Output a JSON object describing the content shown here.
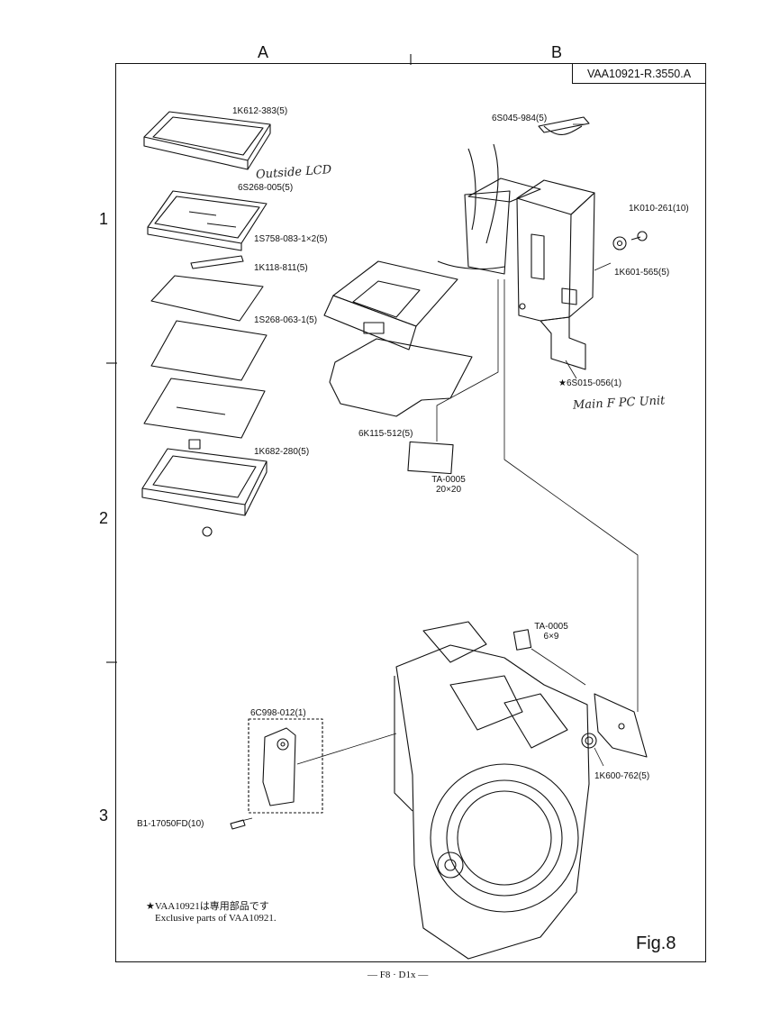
{
  "columns": [
    "A",
    "B"
  ],
  "rows": [
    "1",
    "2",
    "3"
  ],
  "document_code": "VAA10921-R.3550.A",
  "parts": {
    "p1": "1K612-383(5)",
    "p2": "6S268-005(5)",
    "p3": "1S758-083-1×2(5)",
    "p4": "1K118-811(5)",
    "p5": "1S268-063-1(5)",
    "p6": "1K682-280(5)",
    "p7": "6S045-984(5)",
    "p8": "1K010-261(10)",
    "p9": "1K601-565(5)",
    "p10": "★6S015-056(1)",
    "p11": "6K115-512(5)",
    "p12_code": "TA-0005",
    "p12_size": "20×20",
    "p13_code": "TA-0005",
    "p13_size": "6×9",
    "p14": "6C998-012(1)",
    "p15": "1K600-762(5)",
    "p16": "B1-17050FD(10)"
  },
  "handwritten": {
    "h1": "Outside LCD",
    "h2": "Main F PC Unit"
  },
  "note": {
    "line1": "★VAA10921は専用部品です",
    "line2": "Exclusive parts of VAA10921."
  },
  "figure_label": "Fig.8",
  "footer": "— F8 · D1x —"
}
